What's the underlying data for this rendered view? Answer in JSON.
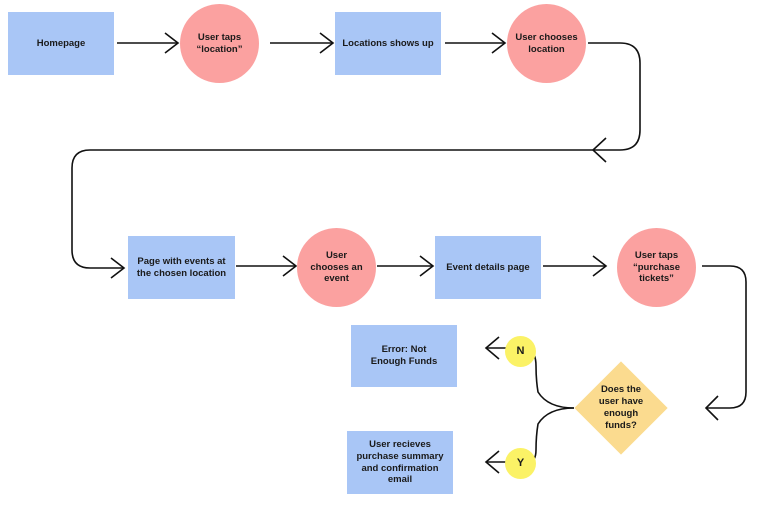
{
  "diagram": {
    "nodes": {
      "homepage": "Homepage",
      "user_taps_location": "User taps “location”",
      "locations_shows_up": "Locations shows up",
      "user_chooses_location": "User chooses location",
      "page_with_events": "Page with events at the chosen location",
      "user_chooses_event": "User chooses an event",
      "event_details_page": "Event details page",
      "user_taps_purchase": "User taps “purchase tickets”",
      "enough_funds_decision": "Does the user have enough funds?",
      "error_not_enough_funds": "Error: Not Enough Funds",
      "user_receives_summary": "User recieves purchase summary and confirmation email"
    },
    "branch_labels": {
      "no": "N",
      "yes": "Y"
    },
    "colors": {
      "process_box": "#a9c6f6",
      "action_circle": "#fba1a0",
      "decision": "#fbdb8f",
      "branch_label": "#fbf266",
      "connector": "#111111"
    }
  }
}
